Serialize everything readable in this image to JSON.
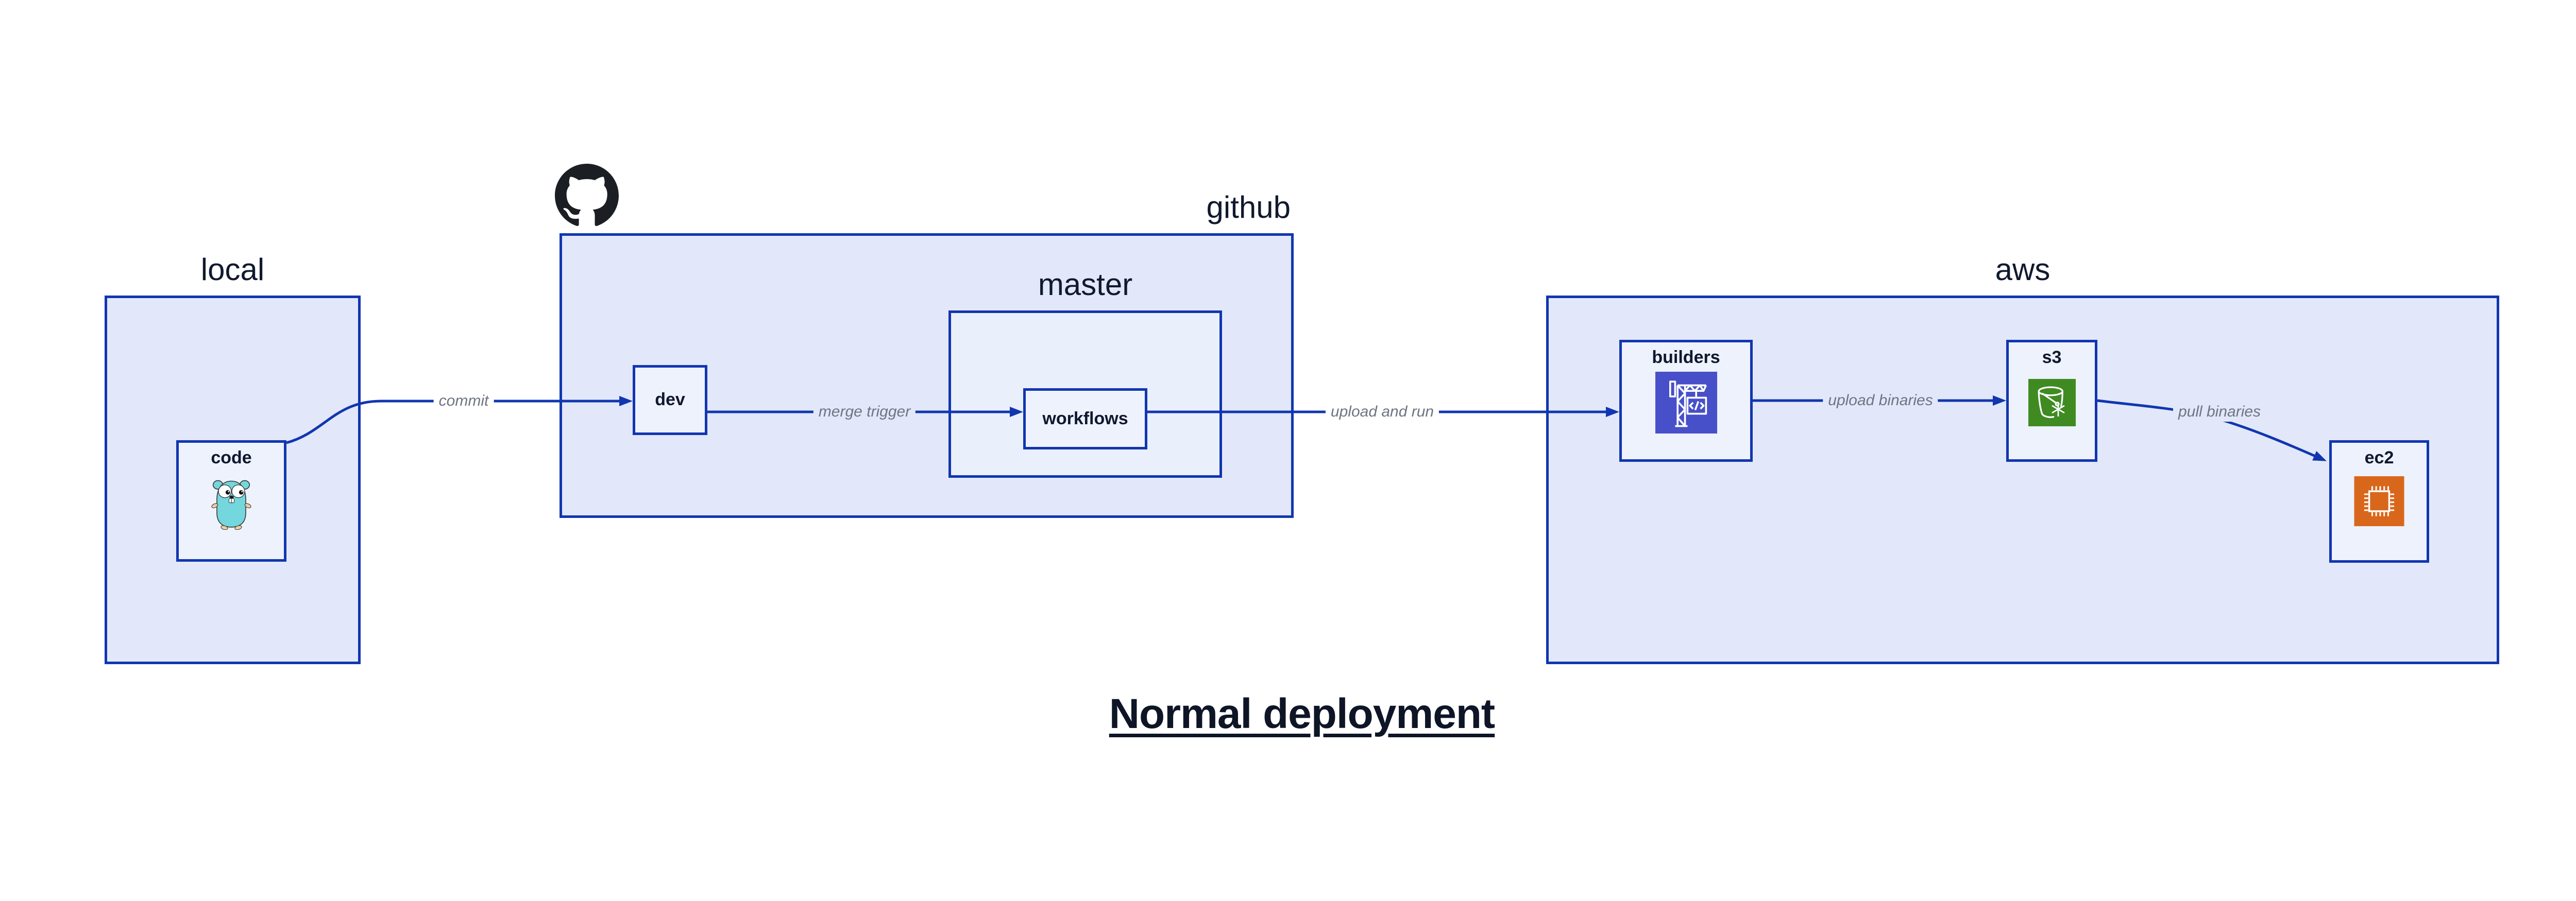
{
  "title": {
    "text": "Normal deployment"
  },
  "zones": {
    "local": {
      "label": "local"
    },
    "github": {
      "label": "github"
    },
    "master": {
      "label": "master"
    },
    "aws": {
      "label": "aws"
    }
  },
  "nodes": {
    "code": {
      "label": "code",
      "icon": "go-gopher-icon"
    },
    "dev": {
      "label": "dev"
    },
    "workflows": {
      "label": "workflows"
    },
    "builders": {
      "label": "builders",
      "icon": "codebuild-crane-icon"
    },
    "s3": {
      "label": "s3",
      "icon": "s3-glacier-bucket-icon"
    },
    "ec2": {
      "label": "ec2",
      "icon": "ec2-chip-icon"
    }
  },
  "edges": {
    "commit": {
      "label": "commit",
      "from": "code",
      "to": "dev"
    },
    "merge_trigger": {
      "label": "merge trigger",
      "from": "dev",
      "to": "workflows"
    },
    "upload_and_run": {
      "label": "upload and run",
      "from": "workflows",
      "to": "builders"
    },
    "upload_binaries": {
      "label": "upload binaries",
      "from": "builders",
      "to": "s3"
    },
    "pull_binaries": {
      "label": "pull binaries",
      "from": "s3",
      "to": "ec2"
    }
  },
  "colors": {
    "stroke_blue": "#1136b0",
    "zone_fill": "#e2e8f9",
    "master_fill": "#eaeffc",
    "node_fill": "#eef2fd",
    "dark_text": "#10192e",
    "edge_label_gray": "#6d7582",
    "github_black": "#1b1f23",
    "gopher_teal": "#74d7dd",
    "codebuild_indigo": "#4750c8",
    "s3_green": "#3f8b22",
    "ec2_orange": "#d9671b"
  }
}
